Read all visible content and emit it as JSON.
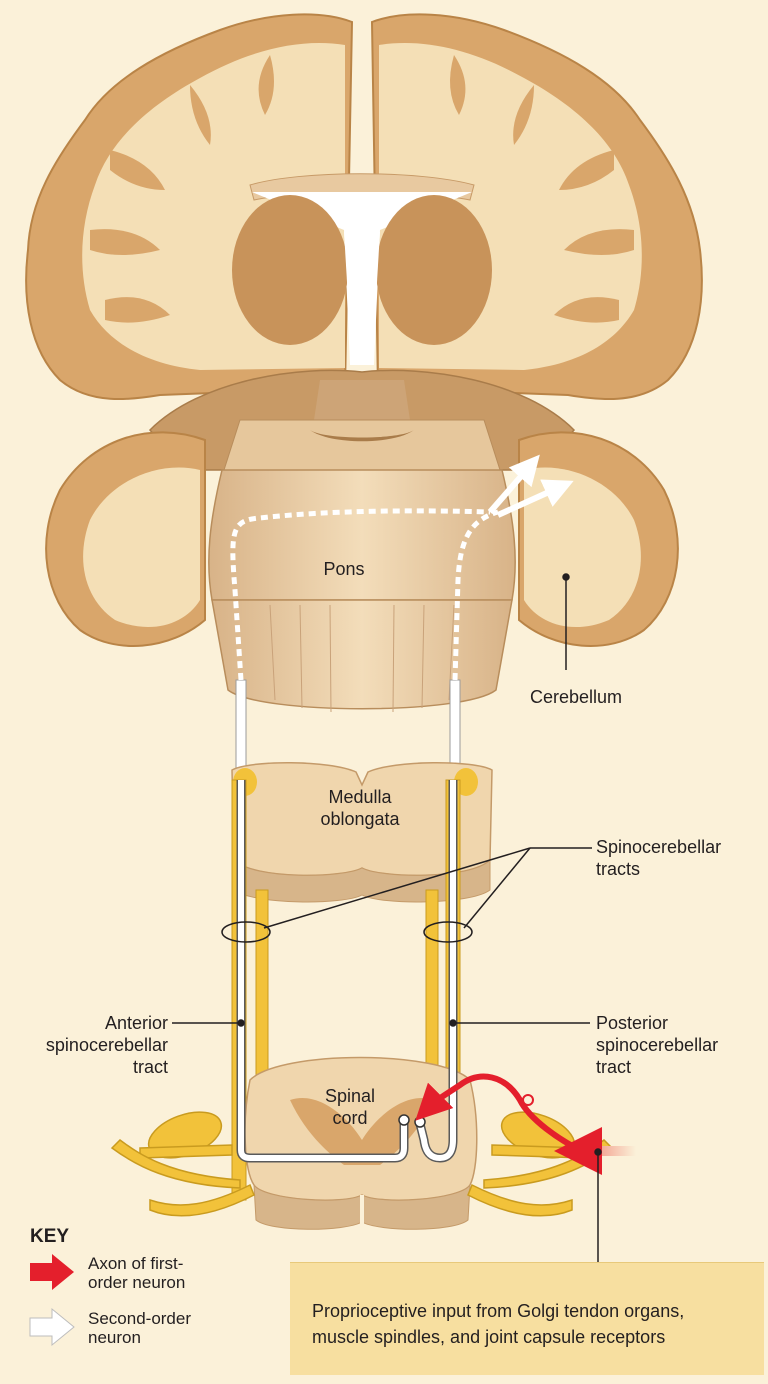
{
  "labels": {
    "pons": "Pons",
    "cerebellum": "Cerebellum",
    "medulla": "Medulla\noblongata",
    "spinocerebellar_tracts": "Spinocerebellar\ntracts",
    "anterior": "Anterior\nspinocerebellar\ntract",
    "posterior": "Posterior\nspinocerebellar\ntract",
    "spinal_cord": "Spinal\ncord"
  },
  "key": {
    "title": "KEY",
    "first_order": "Axon of first-\norder neuron",
    "second_order": "Second-order\nneuron"
  },
  "callout": "Proprioceptive input from Golgi tendon organs,\nmuscle spindles, and joint capsule receptors",
  "colors": {
    "background": "#fbf1d9",
    "cortex": "#d9a66b",
    "white_matter": "#f4dfb6",
    "tract": "#f2c23a",
    "first_order_axon": "#e41f2c",
    "second_order_neuron": "#ffffff",
    "callout_bg": "#f7dfa0"
  }
}
